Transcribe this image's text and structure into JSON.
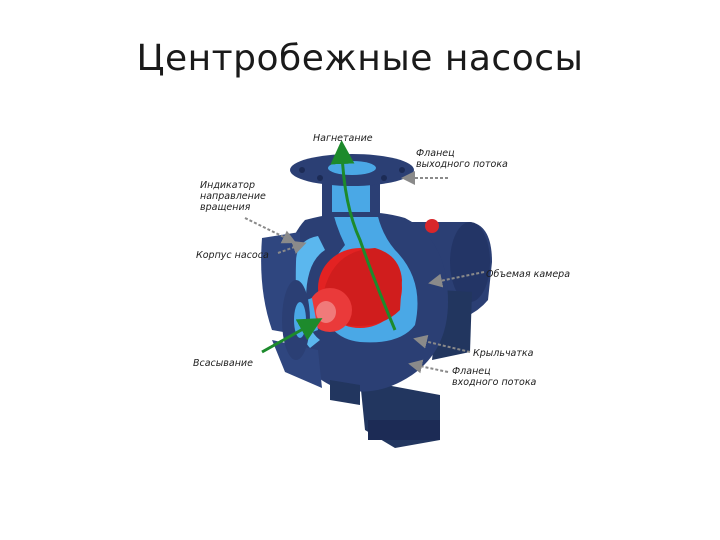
{
  "slide": {
    "title": "Центробежные насосы"
  },
  "labels": {
    "discharge": "Нагнетание",
    "outlet_flange": [
      "Фланец",
      "выходного потока"
    ],
    "rotation_indicator": [
      "Индикатор",
      "направление",
      "вращения"
    ],
    "pump_casing": "Корпус насоса",
    "volute_chamber": "Объемая камера",
    "impeller": "Крыльчатка",
    "suction": "Всасывание",
    "inlet_flange": [
      "Фланец",
      "входного потока"
    ]
  },
  "colors": {
    "casing": "#2b3f74",
    "casing_dark": "#1c2b55",
    "water": "#4aa8e6",
    "impeller": "#e32222",
    "flow_arrow": "#1d8a2c",
    "leader": "#8a8a8a"
  }
}
